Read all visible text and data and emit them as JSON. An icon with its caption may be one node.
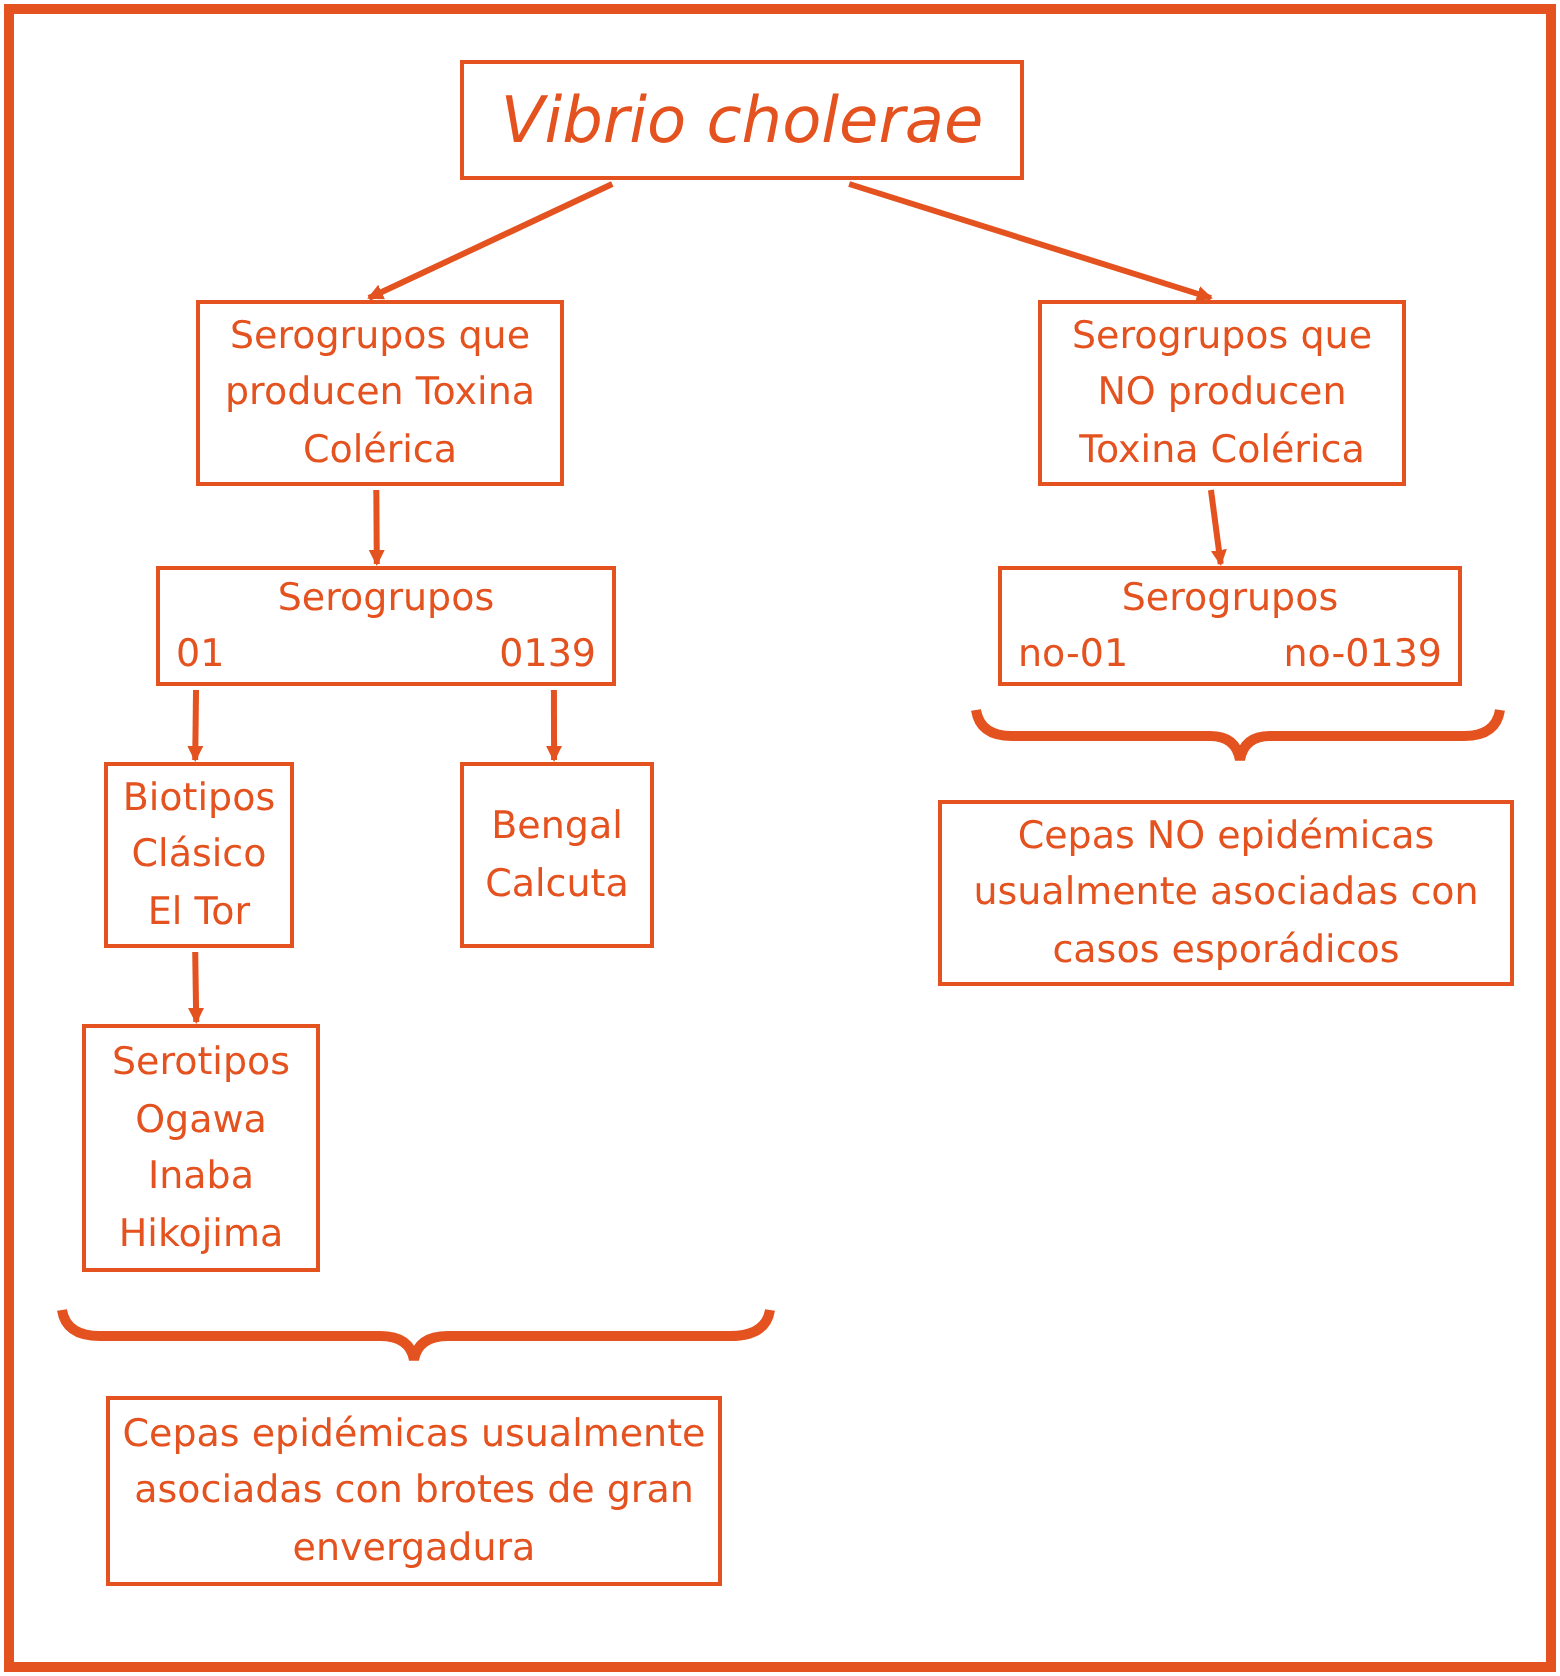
{
  "diagram": {
    "nodes": [
      {
        "text": [
          "Vibrio cholerae"
        ]
      },
      {
        "text": [
          "Serogrupos que producen Toxina Colérica"
        ]
      },
      {
        "text": [
          "Serogrupos que NO producen Toxina Colérica"
        ]
      },
      {
        "text": [
          "Serogrupos",
          "01",
          "0139"
        ]
      },
      {
        "text": [
          "Serogrupos",
          "no-01",
          "no-0139"
        ]
      },
      {
        "text": [
          "Biotipos",
          "Clásico",
          "El Tor"
        ]
      },
      {
        "text": [
          "Bengal",
          "Calcuta"
        ]
      },
      {
        "text": [
          "Serotipos",
          "Ogawa",
          "Inaba",
          "Hikojima"
        ]
      },
      {
        "text": [
          "Cepas epidémicas usualmente asociadas con brotes de gran envergadura"
        ]
      },
      {
        "text": [
          "Cepas NO epidémicas usualmente asociadas con casos esporádicos"
        ]
      }
    ],
    "edges": [
      {
        "from": 0,
        "to": 1,
        "arrow": "to"
      },
      {
        "from": 0,
        "to": 2,
        "arrow": "to"
      },
      {
        "from": 1,
        "to": 3,
        "arrow": "to"
      },
      {
        "from": 2,
        "to": 4,
        "arrow": "to"
      },
      {
        "from": 3,
        "to": 5,
        "arrow": "to"
      },
      {
        "from": 3,
        "to": 6,
        "arrow": "to"
      },
      {
        "from": 5,
        "to": 7,
        "arrow": "to"
      }
    ]
  }
}
